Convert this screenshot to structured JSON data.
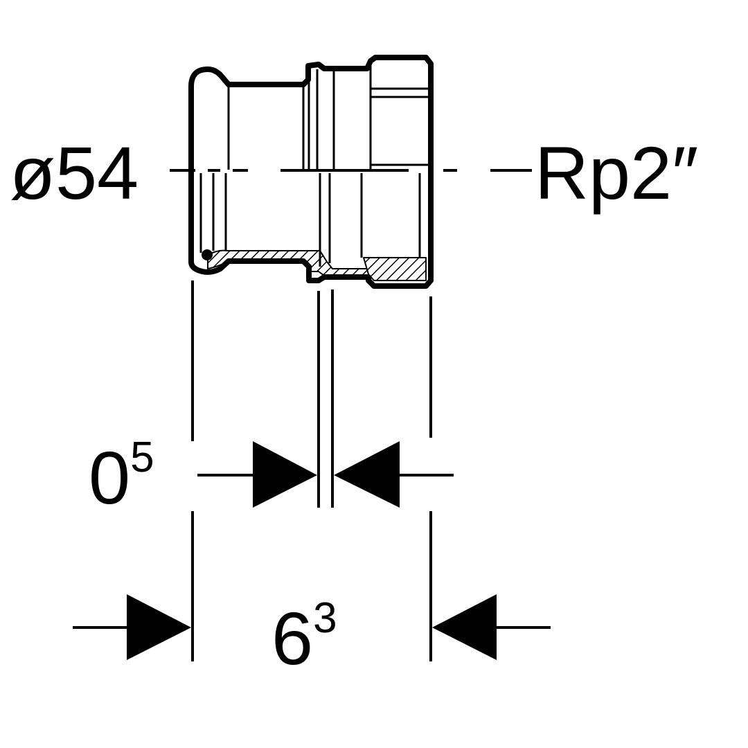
{
  "labels": {
    "diameter": "ø54",
    "thread": "Rp2″",
    "dim_small_main": "0",
    "dim_small_sup": "5",
    "dim_total_main": "6",
    "dim_total_sup": "3"
  },
  "colors": {
    "ink": "#000000",
    "background": "#ffffff"
  }
}
